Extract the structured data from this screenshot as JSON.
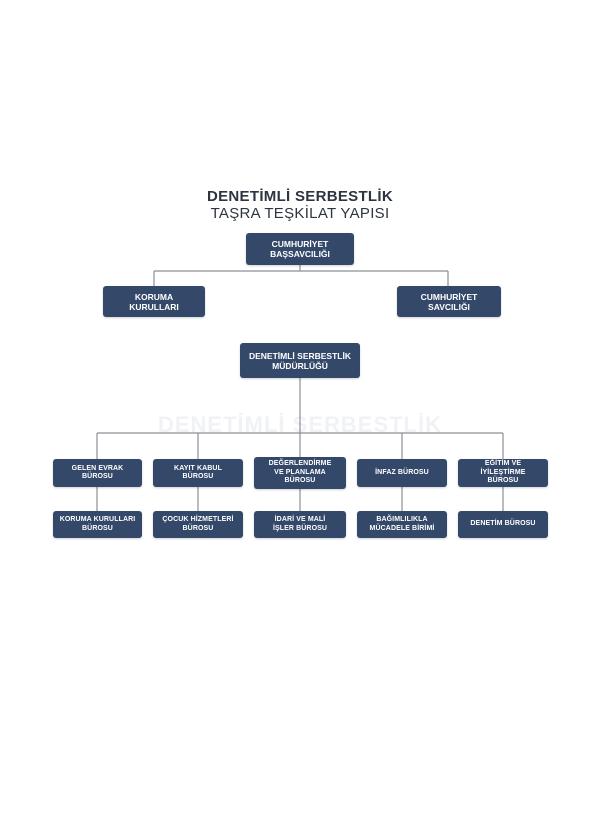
{
  "title": {
    "main": "DENETİMLİ SERBESTLİK",
    "sub": "TAŞRA TEŞKİLAT YAPISI"
  },
  "watermark": "DENETİMLİ SERBESTLİK",
  "nodes": {
    "basSavcilik": "CUMHURİYET\nBAŞSAVCILIĞI",
    "korumaKurullari": "KORUMA\nKURULLARI",
    "savcilik": "CUMHURİYET\nSAVCILIĞI",
    "mudurluk": "DENETİMLİ SERBESTLİK\nMÜDÜRLÜĞÜ",
    "row1": [
      "GELEN EVRAK\nBÜROSU",
      "KAYIT KABUL\nBÜROSU",
      "DEĞERLENDİRME\nVE PLANLAMA\nBÜROSU",
      "İNFAZ BÜROSU",
      "EĞİTİM VE İYİLEŞTİRME\nBÜROSU"
    ],
    "row2": [
      "KORUMA KURULLARI\nBÜROSU",
      "ÇOCUK HİZMETLERİ\nBÜROSU",
      "İDARİ VE MALİ\nİŞLER BÜROSU",
      "BAĞIMLILIKLA\nMÜCADELE BİRİMİ",
      "DENETİM BÜROSU"
    ]
  },
  "colors": {
    "node": "#34496a",
    "line": "#8a8f96",
    "text": "#2e3440"
  }
}
